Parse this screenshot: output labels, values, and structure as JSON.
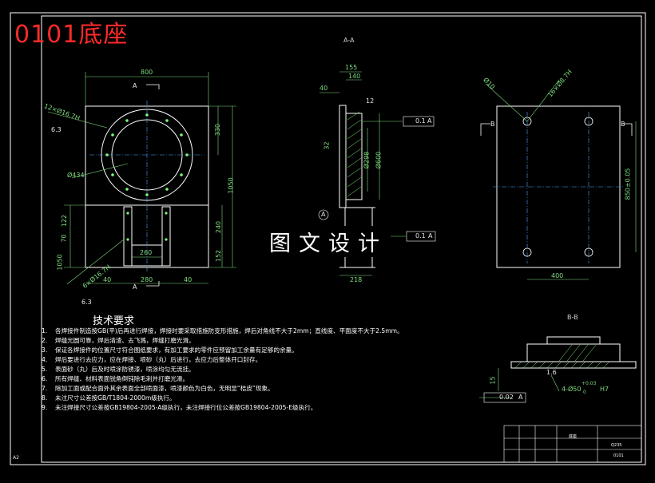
{
  "drawing_title": "0101底座",
  "watermark": "图文设计",
  "section_aa_title": "A-A",
  "section_bb_title": "B-B",
  "corner_mark": "A2",
  "view_markers": {
    "a": "A",
    "b": "B"
  },
  "dimensions": {
    "top_width": "800",
    "circle_r": "330",
    "height_total": "1050",
    "dia": "Ø434",
    "holes_ring": "12×Ø16.7H",
    "left_122": "122",
    "left_70": "70",
    "left_1050": "1050",
    "lower_240": "240",
    "lower_152": "152",
    "b_260": "260",
    "b_40a": "40",
    "b_280": "280",
    "b_40b": "40",
    "holes_bottom": "6×Ø16.7H",
    "rough_a": "6.3",
    "rough_b": "6.3",
    "aa_155": "155",
    "aa_140": "140",
    "aa_40": "40",
    "aa_32": "32",
    "aa_298": "Ø298",
    "aa_600": "Ø600",
    "aa_218": "218",
    "aa_rough": "12",
    "tol_flat": "0.1",
    "tol_perp": "0.1",
    "datum": "A",
    "right_holes": "16×Ø8.7H",
    "right_dia": "Ø10",
    "right_height": "850±0.05",
    "right_width": "400",
    "bb_hole": "4-Ø50",
    "bb_tol_up": "+0.03",
    "bb_tol_lo": "0",
    "bb_fit": "H7",
    "bb_15": "15",
    "bb_parallel": "0.02",
    "bb_rough": "1.6"
  },
  "notes_title": "技术要求",
  "notes": [
    {
      "num": "1.",
      "text": "各焊接件制造按GB(平)后再进行焊接，焊接时要采取措施防变形措施，焊后对角线不大于2mm；直线度、平面度不大于2.5mm。"
    },
    {
      "num": "2.",
      "text": "焊缝光圆可靠，焊后清渣、去飞溅，焊缝打磨光滑。"
    },
    {
      "num": "3.",
      "text": "保证各焊接件的位置尺寸符合图纸要求，有加工要求的零件应预留加工余量有足够的余量。"
    },
    {
      "num": "4.",
      "text": "焊后要进行去应力，应在焊接、喷砂（丸）后进行，去应力后整体开口封存。"
    },
    {
      "num": "5.",
      "text": "表面砂（丸）后及时喷涂防锈漆，喷涂均匀无流挂。"
    },
    {
      "num": "6.",
      "text": "所有焊缝、材料表面锐角倒钝除毛刺并打磨光滑。"
    },
    {
      "num": "7.",
      "text": "除加工面或配合面外其余表面全部喷面漆，喷漆颜色为白色，无明显“桔皮”现象。"
    },
    {
      "num": "8.",
      "text": "未注尺寸公差按GB/T1804-2000m级执行。"
    },
    {
      "num": "9.",
      "text": "未注焊接尺寸公差按GB19804-2005-A级执行，未注焊接行位公差按GB19804-2005-E级执行。"
    }
  ],
  "title_block": {
    "name": "底座",
    "drawing_no": "0101",
    "material": "Q235"
  }
}
